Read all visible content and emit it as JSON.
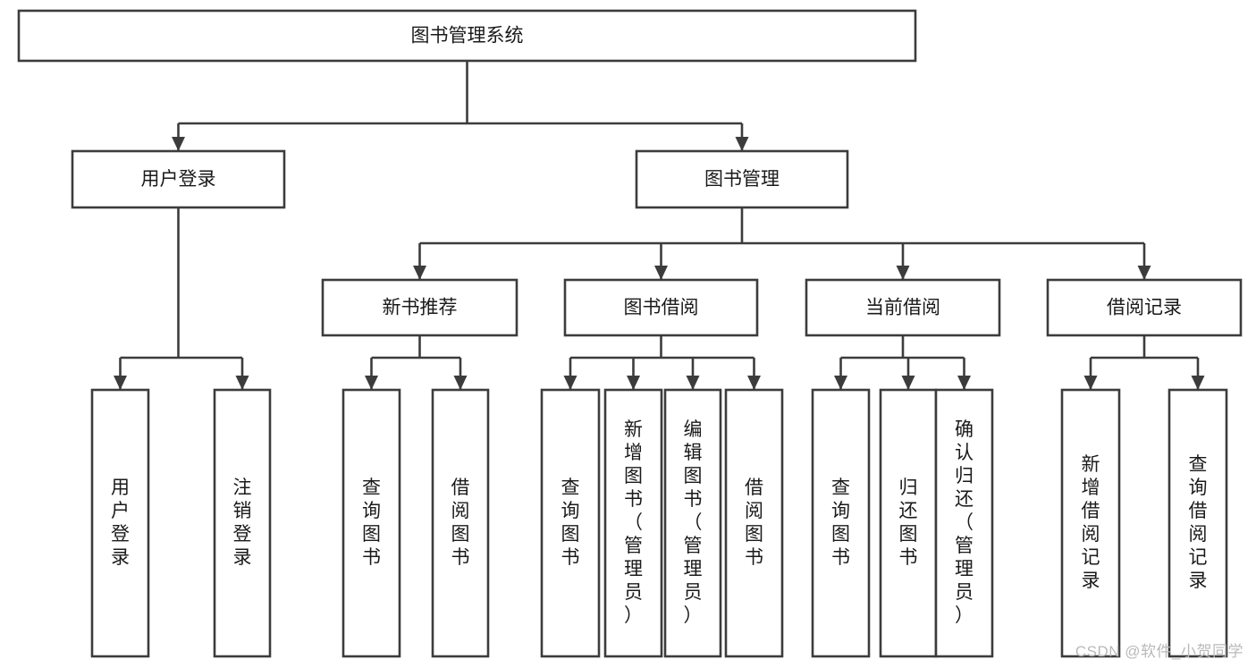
{
  "diagram": {
    "type": "tree",
    "title": "图书管理系统",
    "watermark": "CSDN @软件_小贺同学",
    "colors": {
      "stroke": "#3c3c3c",
      "box_fill": "#ffffff",
      "text": "#1a1a1a",
      "watermark": "#b9b9b9",
      "background": "#ffffff"
    },
    "nodes": {
      "root": {
        "label": "图书管理系统",
        "orientation": "horizontal"
      },
      "level2": [
        {
          "label": "用户登录",
          "orientation": "horizontal"
        },
        {
          "label": "图书管理",
          "orientation": "horizontal"
        }
      ],
      "level3": [
        {
          "label": "新书推荐",
          "orientation": "horizontal"
        },
        {
          "label": "图书借阅",
          "orientation": "horizontal"
        },
        {
          "label": "当前借阅",
          "orientation": "horizontal"
        },
        {
          "label": "借阅记录",
          "orientation": "horizontal"
        }
      ],
      "leaves": {
        "user_login": [
          {
            "label": "用户登录",
            "orientation": "vertical"
          },
          {
            "label": "注销登录",
            "orientation": "vertical"
          }
        ],
        "new_book_recommend": [
          {
            "label": "查询图书",
            "orientation": "vertical"
          },
          {
            "label": "借阅图书",
            "orientation": "vertical"
          }
        ],
        "book_borrow": [
          {
            "label": "查询图书",
            "orientation": "vertical"
          },
          {
            "label": "新增图书（管理员）",
            "orientation": "vertical"
          },
          {
            "label": "编辑图书（管理员）",
            "orientation": "vertical"
          },
          {
            "label": "借阅图书",
            "orientation": "vertical"
          }
        ],
        "current_borrow": [
          {
            "label": "查询图书",
            "orientation": "vertical"
          },
          {
            "label": "归还图书",
            "orientation": "vertical"
          },
          {
            "label": "确认归还（管理员）",
            "orientation": "vertical"
          }
        ],
        "borrow_record": [
          {
            "label": "新增借阅记录",
            "orientation": "vertical"
          },
          {
            "label": "查询借阅记录",
            "orientation": "vertical"
          }
        ]
      }
    }
  }
}
